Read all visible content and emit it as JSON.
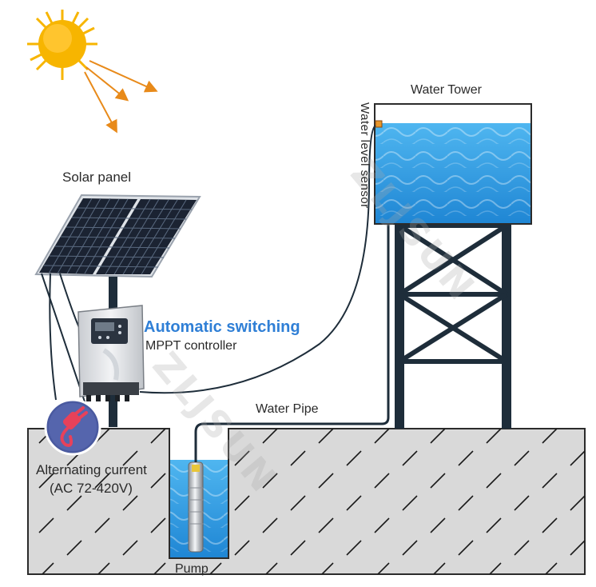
{
  "labels": {
    "solar_panel": "Solar panel",
    "water_tower": "Water Tower",
    "water_level_sensor": "Water level sensor",
    "automatic_switching": "Automatic switching",
    "mppt_controller": "MPPT controller",
    "water_pipe": "Water Pipe",
    "ac_line1": "Alternating current",
    "ac_line2": "(AC 72-420V)",
    "pump": "Pump"
  },
  "watermark": {
    "text_1": "ZLJSUN",
    "text_2": "ZLJSUN"
  },
  "colors": {
    "sun": "#f7b500",
    "sun_rays": "#e88a1a",
    "panel_cell": "#1b2332",
    "ground_fill": "#d9d9d9",
    "water": "#3aa6e8",
    "accent_blue": "#2f7fd6",
    "tower_steel": "#1e2d3a",
    "plug_circle": "#4a5aa0",
    "plug_icon": "#e8415a"
  },
  "icons": {
    "sun": "sun-icon",
    "plug": "power-plug-icon",
    "panel": "solar-panel-icon",
    "controller": "mppt-controller-icon",
    "pump": "submersible-pump-icon",
    "sensor": "water-level-sensor-icon"
  }
}
